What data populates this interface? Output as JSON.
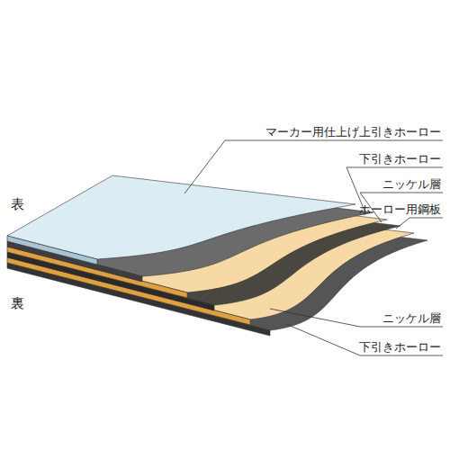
{
  "diagram": {
    "labels": [
      "表",
      "裏",
      "マーカー用仕上げ上引きホーロー",
      "下引きホーロー",
      "ニッケル層",
      "ホーロー用鋼板",
      "ニッケル層",
      "下引きホーロー"
    ]
  }
}
